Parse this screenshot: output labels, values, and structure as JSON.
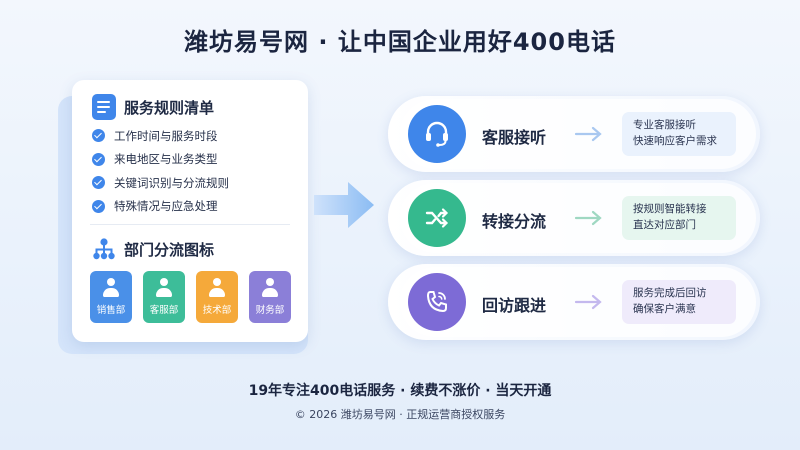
{
  "title": "潍坊易号网 · 让中国企业用好400电话",
  "left_panel": {
    "rules_heading": "服务规则清单",
    "rules": [
      "工作时间与服务时段",
      "来电地区与业务类型",
      "关键词识别与分流规则",
      "特殊情况与应急处理"
    ],
    "departments_heading": "部门分流图标",
    "departments": [
      {
        "label": "销售部",
        "color": "#4a90e8"
      },
      {
        "label": "客服部",
        "color": "#3dbd99"
      },
      {
        "label": "技术部",
        "color": "#f5a93a"
      },
      {
        "label": "财务部",
        "color": "#8b7fd8"
      }
    ]
  },
  "steps": [
    {
      "label": "客服接听",
      "icon": "headset-icon",
      "color": "#3f86ea",
      "desc_bg": "#eaf2fd",
      "desc": [
        "专业客服接听",
        "快速响应客户需求"
      ]
    },
    {
      "label": "转接分流",
      "icon": "shuffle-icon",
      "color": "#35b98e",
      "desc_bg": "#e6f6ef",
      "desc": [
        "按规则智能转接",
        "直达对应部门"
      ]
    },
    {
      "label": "回访跟进",
      "icon": "phone-callback-icon",
      "color": "#7d6bd6",
      "desc_bg": "#efebfb",
      "desc": [
        "服务完成后回访",
        "确保客户满意"
      ]
    }
  ],
  "footer": {
    "tagline": "19年专注400电话服务 · 续费不涨价 · 当天开通",
    "copyright": "© 2026 潍坊易号网 · 正规运营商授权服务"
  }
}
